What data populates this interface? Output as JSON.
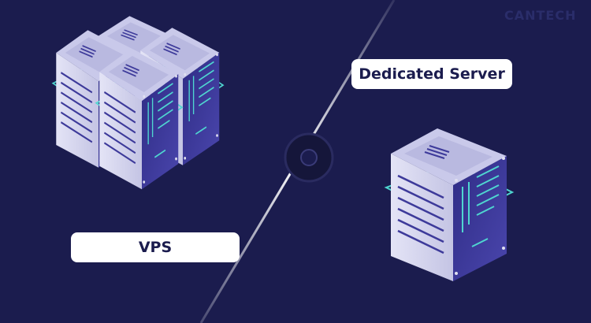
{
  "labels": {
    "dedicated": "Dedicated Server",
    "vps": "VPS"
  },
  "watermark": "CANTECH",
  "colors": {
    "background": "#1b1c4e",
    "server_face": "#d6d6f0",
    "server_side": "#3d3a9a",
    "accent": "#4fd6d0",
    "label_bg": "#ffffff"
  }
}
